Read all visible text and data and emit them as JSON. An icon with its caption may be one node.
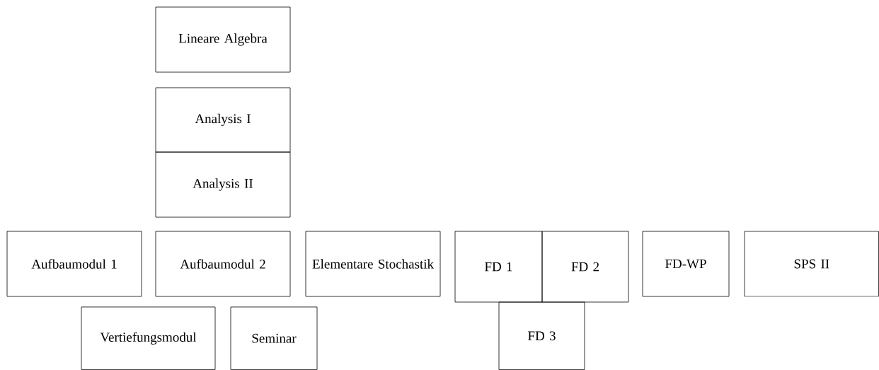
{
  "diagram": {
    "nodes": [
      {
        "text": [
          "Lineare Algebra"
        ]
      },
      {
        "text": [
          "Analysis I"
        ]
      },
      {
        "text": [
          "Analysis II"
        ]
      },
      {
        "text": [
          "Aufbaumodul 1"
        ]
      },
      {
        "text": [
          "Aufbaumodul 2"
        ]
      },
      {
        "text": [
          "Elementare Stochastik"
        ]
      },
      {
        "text": [
          "FD 1"
        ]
      },
      {
        "text": [
          "FD 2"
        ]
      },
      {
        "text": [
          "FD-WP"
        ]
      },
      {
        "text": [
          "SPS II"
        ]
      },
      {
        "text": [
          "Vertiefungsmodul"
        ]
      },
      {
        "text": [
          "Seminar"
        ]
      },
      {
        "text": [
          "FD 3"
        ]
      }
    ]
  }
}
